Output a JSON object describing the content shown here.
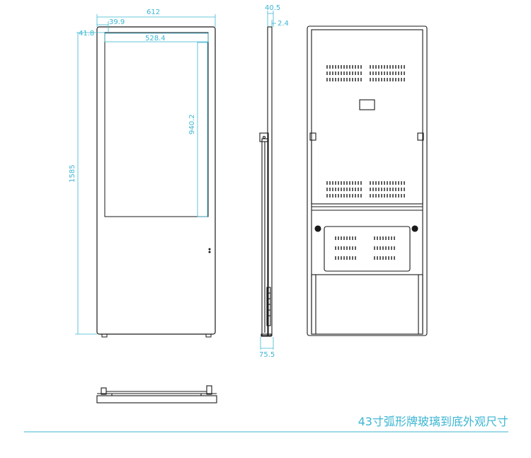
{
  "drawing": {
    "front_view": {
      "overall_width": "612",
      "bezel_left": "39.9",
      "bezel_side": "41.8",
      "screen_width": "528.4",
      "screen_height": "940.2",
      "overall_height": "1585"
    },
    "side_view": {
      "total_depth": "40.5",
      "glass_thickness": "2.4",
      "base_depth": "75.5"
    },
    "caption": "43寸弧形牌玻璃到底外观尺寸"
  },
  "colors": {
    "dimension": "#3cb6d3",
    "outline": "#1a1a1a",
    "background": "#ffffff"
  }
}
